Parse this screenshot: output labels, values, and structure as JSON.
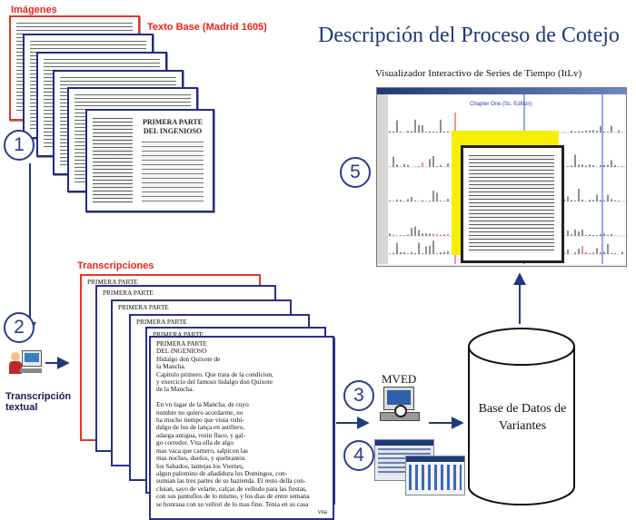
{
  "title": "Descripción del Proceso de Cotejo",
  "images_section": {
    "label": "Imágenes",
    "base_text_label": "Texto Base (Madrid 1605)",
    "cover_lines": [
      "PRIMERA PARTE",
      "DEL INGENIOSO"
    ]
  },
  "transcriptions_section": {
    "label": "Transcripciones",
    "back_header": "PRIMERA PARTE",
    "front_page_lines": [
      "PRIMERA PARTE",
      "DEL INGENIOSO",
      "Hidalgo don Quixote de",
      "la Mancha.",
      "Capitulo primero. Que trata de la condicion,",
      "y exercicio del famoso hidalgo don Quixote",
      "de la Mancha.",
      "",
      "En vn lugar de la Mancha, de cuyo",
      "nombre no quiero acordarme, no",
      "ha mucho tiempo que viuia vnhi-",
      "dalgo de los de lança en astillero,",
      "adarga antigua, rozin flaco, y gal-",
      "go corredor. Vna olla de algo",
      "mas vaca que carnero, salpicon las",
      "mas noches, duelos, y quebrantos",
      "los Sabados, lantejas los Viernes,",
      "algun palomino de añadidura los Domingos, con-",
      "sumian las tres partes de su hazienda. El resto della con-",
      "cluian, sayo de velarte, calças de velludo para las fiestas,",
      "con sus pantuflos de lo mismo, y los dias de entre semana",
      "se honraua con su vellori de lo mas fino. Tenia en su casa"
    ],
    "footer": "vna"
  },
  "steps": [
    "1",
    "2",
    "3",
    "4",
    "5"
  ],
  "transcription_label": "Transcripción textual",
  "mved_label": "MVED",
  "database_label": [
    "Base de Datos de",
    "Variantes"
  ],
  "viewer": {
    "caption": "Visualizador Interactivo de Series de Tiempo (ItLv)",
    "chapter_label": "Chapter One (Sc. Edition)"
  },
  "colors": {
    "title": "#1f3a78",
    "red_label": "#e8231a",
    "arrow": "#1f3a78",
    "page_border": "#2a2f8a",
    "highlight": "#f5f000"
  }
}
